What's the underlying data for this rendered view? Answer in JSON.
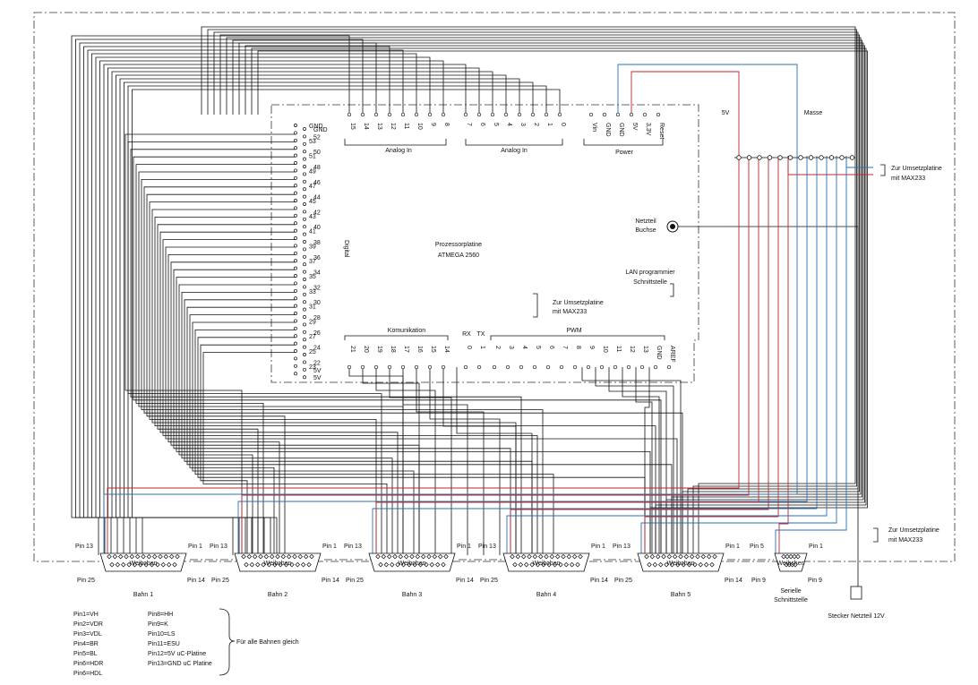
{
  "board": {
    "title_line1": "Prozessorplatine",
    "title_line2": "ATMEGA 2560",
    "digital_label": "Digital"
  },
  "headers": {
    "analog_label_left": "Analog In",
    "analog_label_right": "Analog In",
    "power_label": "Power",
    "komm_label": "Komunikation",
    "pwm_label": "PWM",
    "rx_label": "RX",
    "tx_label": "TX",
    "analog_pins_left": [
      "15",
      "14",
      "13",
      "12",
      "11",
      "10",
      "9",
      "8"
    ],
    "analog_pins_right": [
      "7",
      "6",
      "5",
      "4",
      "3",
      "2",
      "1",
      "0"
    ],
    "power_pins": [
      "Vin",
      "GND",
      "GND",
      "5V",
      "3,3V",
      "Reset"
    ],
    "komm_pins": [
      "21",
      "20",
      "19",
      "18",
      "17",
      "16",
      "15",
      "14"
    ],
    "rxtx_pins": [
      "0",
      "1"
    ],
    "pwm_pins": [
      "2",
      "3",
      "4",
      "5",
      "6",
      "7",
      "8",
      "9",
      "10",
      "11",
      "12",
      "13",
      "GND",
      "AREF"
    ],
    "digital_left": [
      "GND",
      "",
      "53",
      "",
      "51",
      "",
      "49",
      "",
      "47",
      "",
      "45",
      "",
      "43",
      "",
      "41",
      "",
      "39",
      "",
      "37",
      "",
      "35",
      "",
      "33",
      "",
      "31",
      "",
      "29",
      "",
      "27",
      "",
      "25",
      "",
      "23",
      ""
    ],
    "digital_right": [
      "GND",
      "52",
      "",
      "50",
      "",
      "48",
      "",
      "46",
      "",
      "44",
      "",
      "42",
      "",
      "40",
      "",
      "38",
      "",
      "36",
      "",
      "34",
      "",
      "32",
      "",
      "30",
      "",
      "28",
      "",
      "26",
      "",
      "24",
      "",
      "22",
      "5V",
      "5V"
    ]
  },
  "labels": {
    "five_v": "5V",
    "masse": "Masse",
    "umsetz1_l1": "Zur Umsetzplatine",
    "umsetz1_l2": "mit MAX233",
    "umsetz2_l1": "Zur Umsetzplatine",
    "umsetz2_l2": "mit MAX233",
    "umsetz3_l1": "Zur Umsetzplatine",
    "umsetz3_l2": "mit MAX233",
    "netzteil_l1": "Netzteil",
    "netzteil_l2": "Buchse",
    "lan_l1": "LAN programmier",
    "lan_l2": "Schnittstelle",
    "stecker": "Stecker Netzteil 12V",
    "serial_l1": "Serielle",
    "serial_l2": "Schnittstelle",
    "fuer_alle": "Für alle Bahnen gleich"
  },
  "connectors": [
    {
      "top_left": "Pin 13",
      "top_right": "Pin 1",
      "bottom_left": "Pin 25",
      "bottom_right": "Pin 14",
      "body": "Weibchen",
      "bahn": "Bahn 1"
    },
    {
      "top_left": "Pin 13",
      "top_right": "Pin 1",
      "bottom_left": "Pin 25",
      "bottom_right": "Pin 14",
      "body": "Weibchen",
      "bahn": "Bahn 2"
    },
    {
      "top_left": "Pin 13",
      "top_right": "Pin 1",
      "bottom_left": "Pin 25",
      "bottom_right": "Pin 14",
      "body": "Weibchen",
      "bahn": "Bahn 3"
    },
    {
      "top_left": "Pin 13",
      "top_right": "Pin 1",
      "bottom_left": "Pin 25",
      "bottom_right": "Pin 14",
      "body": "Weibchen",
      "bahn": "Bahn 4"
    },
    {
      "top_left": "Pin 13",
      "top_right": "Pin 1",
      "bottom_left": "Pin 25",
      "bottom_right": "Pin 14",
      "body": "Weibchen",
      "bahn": "Bahn 5"
    }
  ],
  "serial_connector": {
    "top_left": "Pin 5",
    "top_right": "Pin 1",
    "bottom_left": "Pin 9",
    "bottom_right": "Pin 9",
    "body": "Weibchen"
  },
  "legend_col1": [
    "Pin1=VH",
    "Pin2=VDR",
    "Pin3=VDL",
    "Pin4=BR",
    "Pin5=BL",
    "Pin6=HDR",
    "Pin6=HDL"
  ],
  "legend_col2": [
    "Pin8=HH",
    "Pin9=K",
    "Pin10=LS",
    "Pin11=ESU",
    "Pin12=5V uC-Platine",
    "Pin13=GND uC Platine"
  ],
  "colors": {
    "red": "#c0262a",
    "blue": "#2a6fb5",
    "wire": "#111111"
  }
}
